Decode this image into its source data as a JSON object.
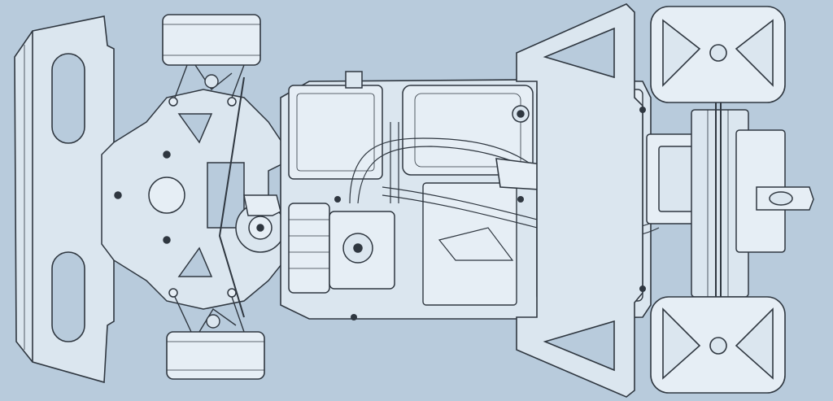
{
  "diagram": {
    "subject": "rc-car-chassis-top-view",
    "colors": {
      "paper": "#b8cbdc",
      "part_fill": "#dbe6ef",
      "part_fill_light": "#e6eef5",
      "line": "#2f3740",
      "shade": "#a9bccd"
    },
    "parts": [
      "front-wing",
      "front-tire-top",
      "front-tire-bottom",
      "front-suspension-plate",
      "steering-servo",
      "radio-receiver-box",
      "fuel-tank",
      "battery-pack",
      "throttle-servo",
      "engine-block",
      "exhaust-pipe",
      "rear-chassis-plate",
      "rear-tire-top",
      "rear-tire-bottom",
      "rear-axle",
      "gearbox",
      "clutch-bell"
    ]
  }
}
